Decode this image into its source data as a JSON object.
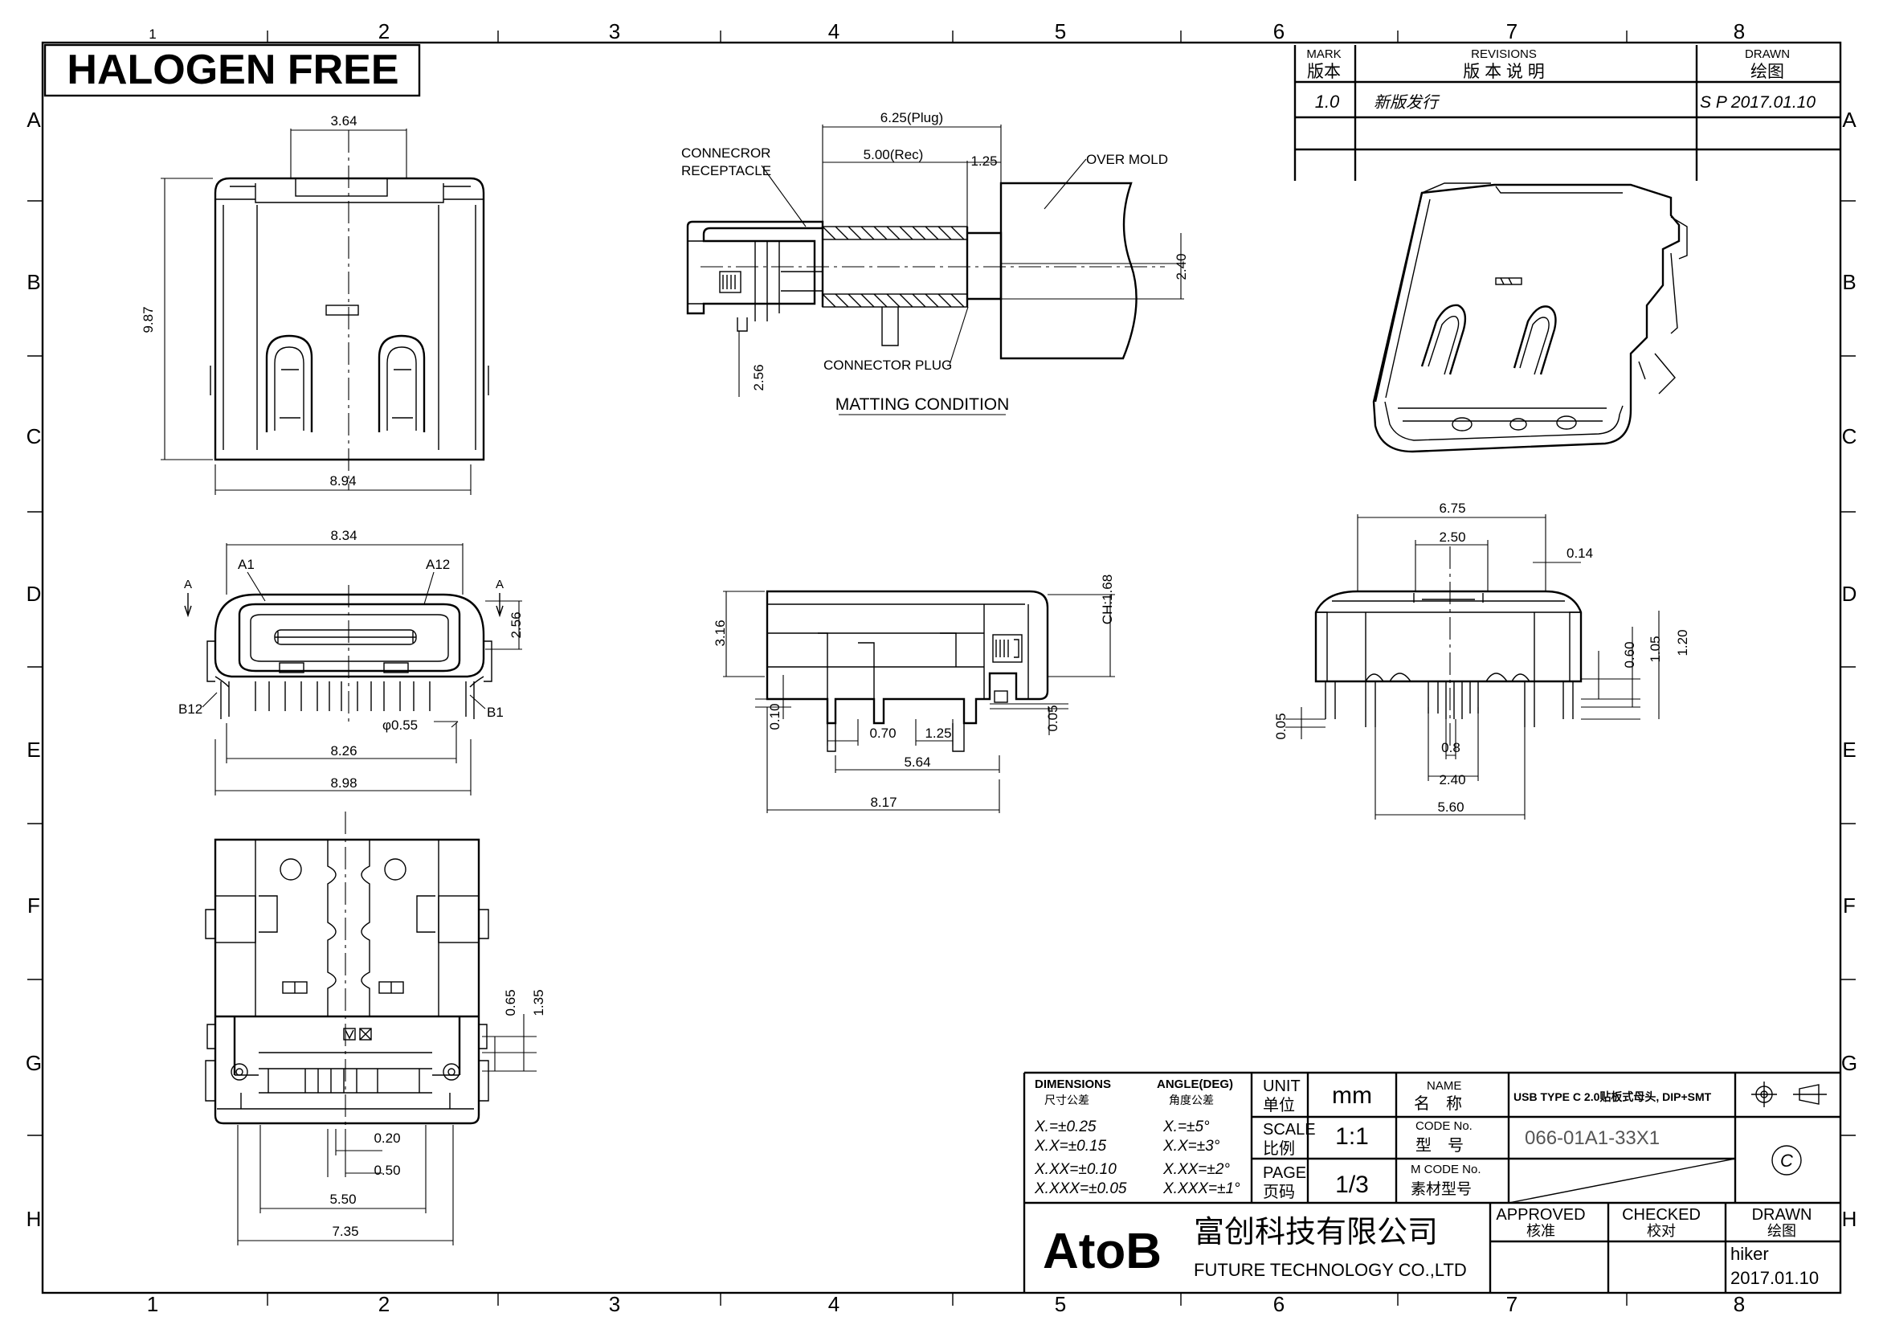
{
  "banner": "HALOGEN FREE",
  "grid": {
    "cols": [
      "1",
      "2",
      "3",
      "4",
      "5",
      "6",
      "7",
      "8"
    ],
    "rows": [
      "A",
      "B",
      "C",
      "D",
      "E",
      "F",
      "G",
      "H"
    ]
  },
  "revisions": {
    "mark_en": "MARK",
    "mark_cn": "版本",
    "rev_en": "REVISIONS",
    "rev_cn": "版 本 说 明",
    "drawn_en": "DRAWN",
    "drawn_cn": "绘图",
    "rows": [
      {
        "mark": "1.0",
        "desc": "新版发行",
        "drawn": "S P 2017.01.10"
      }
    ]
  },
  "top_view": {
    "w1": "3.64",
    "h": "9.87",
    "w2": "8.94"
  },
  "front_view": {
    "w1": "8.34",
    "w2": "8.26",
    "w3": "8.98",
    "h": "2.56",
    "hole": "φ0.55",
    "p1": "A1",
    "p12": "A12",
    "pb12": "B12",
    "pb1": "B1",
    "secA": "A"
  },
  "bottom_view": {
    "d1": "0.65",
    "d2": "1.35",
    "d3": "0.20",
    "d4": "0.50",
    "d5": "5.50",
    "d6": "7.35"
  },
  "mating": {
    "plug": "6.25(Plug)",
    "rec": "5.00(Rec)",
    "gap": "1.25",
    "receptacle_1": "CONNECROR",
    "receptacle_2": "RECEPTACLE",
    "overmold": "OVER MOLD",
    "plug_label": "CONNECTOR PLUG",
    "h1": "2.40",
    "h2": "2.56",
    "title": "MATTING CONDITION"
  },
  "side_view": {
    "h1": "3.16",
    "ch": "CH:1.68",
    "d1": "0.10",
    "d2": "0.70",
    "d3": "1.25",
    "d4": "0.05",
    "d5": "5.64",
    "d6": "8.17"
  },
  "end_view": {
    "w1": "6.75",
    "w2": "2.50",
    "t": "0.14",
    "h1": "0.60",
    "h2": "1.05",
    "h3": "1.20",
    "d1": "0.05",
    "d2": "0.8",
    "d3": "2.40",
    "d4": "5.60"
  },
  "title_block": {
    "dim_en": "DIMENSIONS",
    "dim_cn": "尺寸公差",
    "ang_en": "ANGLE(DEG)",
    "ang_cn": "角度公差",
    "tol": [
      "X.=±0.25",
      "X.X=±0.15",
      "X.XX=±0.10",
      "X.XXX=±0.05"
    ],
    "ang": [
      "X.=±5°",
      "X.X=±3°",
      "X.XX=±2°",
      "X.XXX=±1°"
    ],
    "unit_en": "UNIT",
    "unit_cn": "单位",
    "unit": "mm",
    "scale_en": "SCALE",
    "scale_cn": "比例",
    "scale": "1:1",
    "page_en": "PAGE",
    "page_cn": "页码",
    "page": "1/3",
    "name_en": "NAME",
    "name_cn": "名　称",
    "name": "USB TYPE C 2.0贴板式母头, DIP+SMT",
    "code_en": "CODE No.",
    "code_cn": "型　号",
    "code": "066-01A1-33X1",
    "mcode_en": "M CODE No.",
    "mcode_cn": "素材型号",
    "logo": "AtoB",
    "company_cn": "富创科技有限公司",
    "company_en": "FUTURE TECHNOLOGY CO.,LTD",
    "approved_en": "APPROVED",
    "approved_cn": "核准",
    "checked_en": "CHECKED",
    "checked_cn": "校对",
    "drawn_en": "DRAWN",
    "drawn_cn": "绘图",
    "drawn_by": "hiker",
    "drawn_date": "2017.01.10",
    "c_mark": "C"
  }
}
